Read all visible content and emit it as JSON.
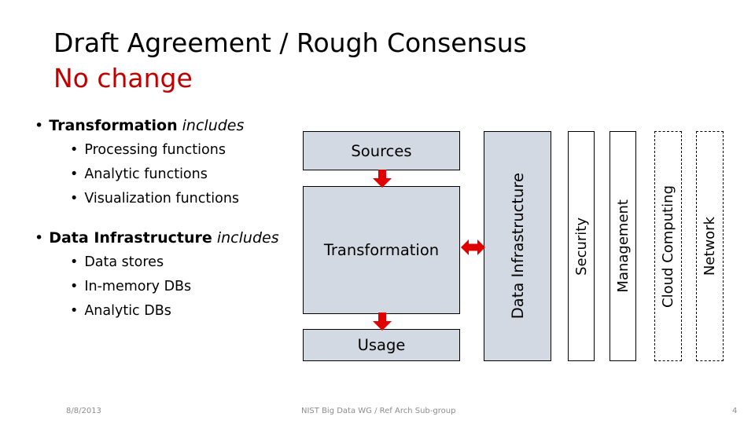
{
  "slide": {
    "title": "Draft Agreement / Rough Consensus",
    "subtitle": "No change",
    "title_color": "#000000",
    "subtitle_color": "#C00000"
  },
  "bullets": {
    "bullet_glyph": "•",
    "group1": {
      "term": "Transformation",
      "verb": "includes",
      "items": [
        "Processing functions",
        "Analytic functions",
        "Visualization functions"
      ]
    },
    "group2": {
      "term": "Data Infrastructure",
      "verb": "includes",
      "items": [
        "Data stores",
        "In-memory DBs",
        "Analytic DBs"
      ]
    }
  },
  "diagram": {
    "fill_color": "#D3D9E3",
    "arrow_color": "#E00000",
    "boxes": {
      "sources": "Sources",
      "transformation": "Transformation",
      "usage": "Usage",
      "data_infrastructure": "Data Infrastructure",
      "security": "Security",
      "management": "Management",
      "cloud_computing": "Cloud Computing",
      "network": "Network"
    },
    "arrows": {
      "sources_to_transformation": "down-arrow-icon",
      "transformation_to_usage": "down-arrow-icon",
      "transformation_to_infrastructure": "double-arrow-icon"
    }
  },
  "footer": {
    "date": "8/8/2013",
    "center": "NIST Big Data WG / Ref Arch Sub-group",
    "page": "4"
  }
}
